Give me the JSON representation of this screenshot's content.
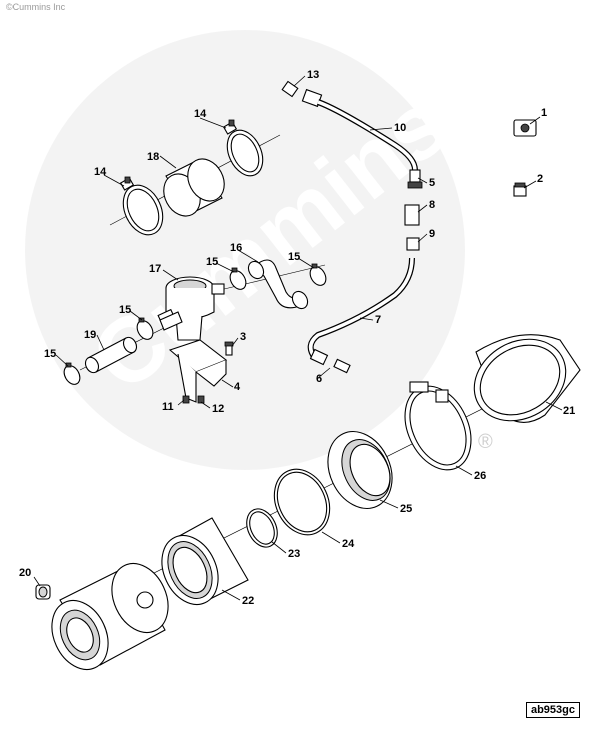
{
  "copyright": "©Cummins Inc",
  "watermark": {
    "text": "Cummins",
    "registered": "®"
  },
  "reference_code": "ab953gc",
  "callouts": [
    {
      "id": "c1",
      "label": "1"
    },
    {
      "id": "c2",
      "label": "2"
    },
    {
      "id": "c3",
      "label": "3"
    },
    {
      "id": "c4",
      "label": "4"
    },
    {
      "id": "c5",
      "label": "5"
    },
    {
      "id": "c6",
      "label": "6"
    },
    {
      "id": "c7",
      "label": "7"
    },
    {
      "id": "c8",
      "label": "8"
    },
    {
      "id": "c9",
      "label": "9"
    },
    {
      "id": "c10",
      "label": "10"
    },
    {
      "id": "c11",
      "label": "11"
    },
    {
      "id": "c12",
      "label": "12"
    },
    {
      "id": "c13",
      "label": "13"
    },
    {
      "id": "c14a",
      "label": "14"
    },
    {
      "id": "c14b",
      "label": "14"
    },
    {
      "id": "c15a",
      "label": "15"
    },
    {
      "id": "c15b",
      "label": "15"
    },
    {
      "id": "c15c",
      "label": "15"
    },
    {
      "id": "c15d",
      "label": "15"
    },
    {
      "id": "c16",
      "label": "16"
    },
    {
      "id": "c17",
      "label": "17"
    },
    {
      "id": "c18",
      "label": "18"
    },
    {
      "id": "c19",
      "label": "19"
    },
    {
      "id": "c20",
      "label": "20"
    },
    {
      "id": "c21",
      "label": "21"
    },
    {
      "id": "c22",
      "label": "22"
    },
    {
      "id": "c23",
      "label": "23"
    },
    {
      "id": "c24",
      "label": "24"
    },
    {
      "id": "c25",
      "label": "25"
    },
    {
      "id": "c26",
      "label": "26"
    }
  ]
}
